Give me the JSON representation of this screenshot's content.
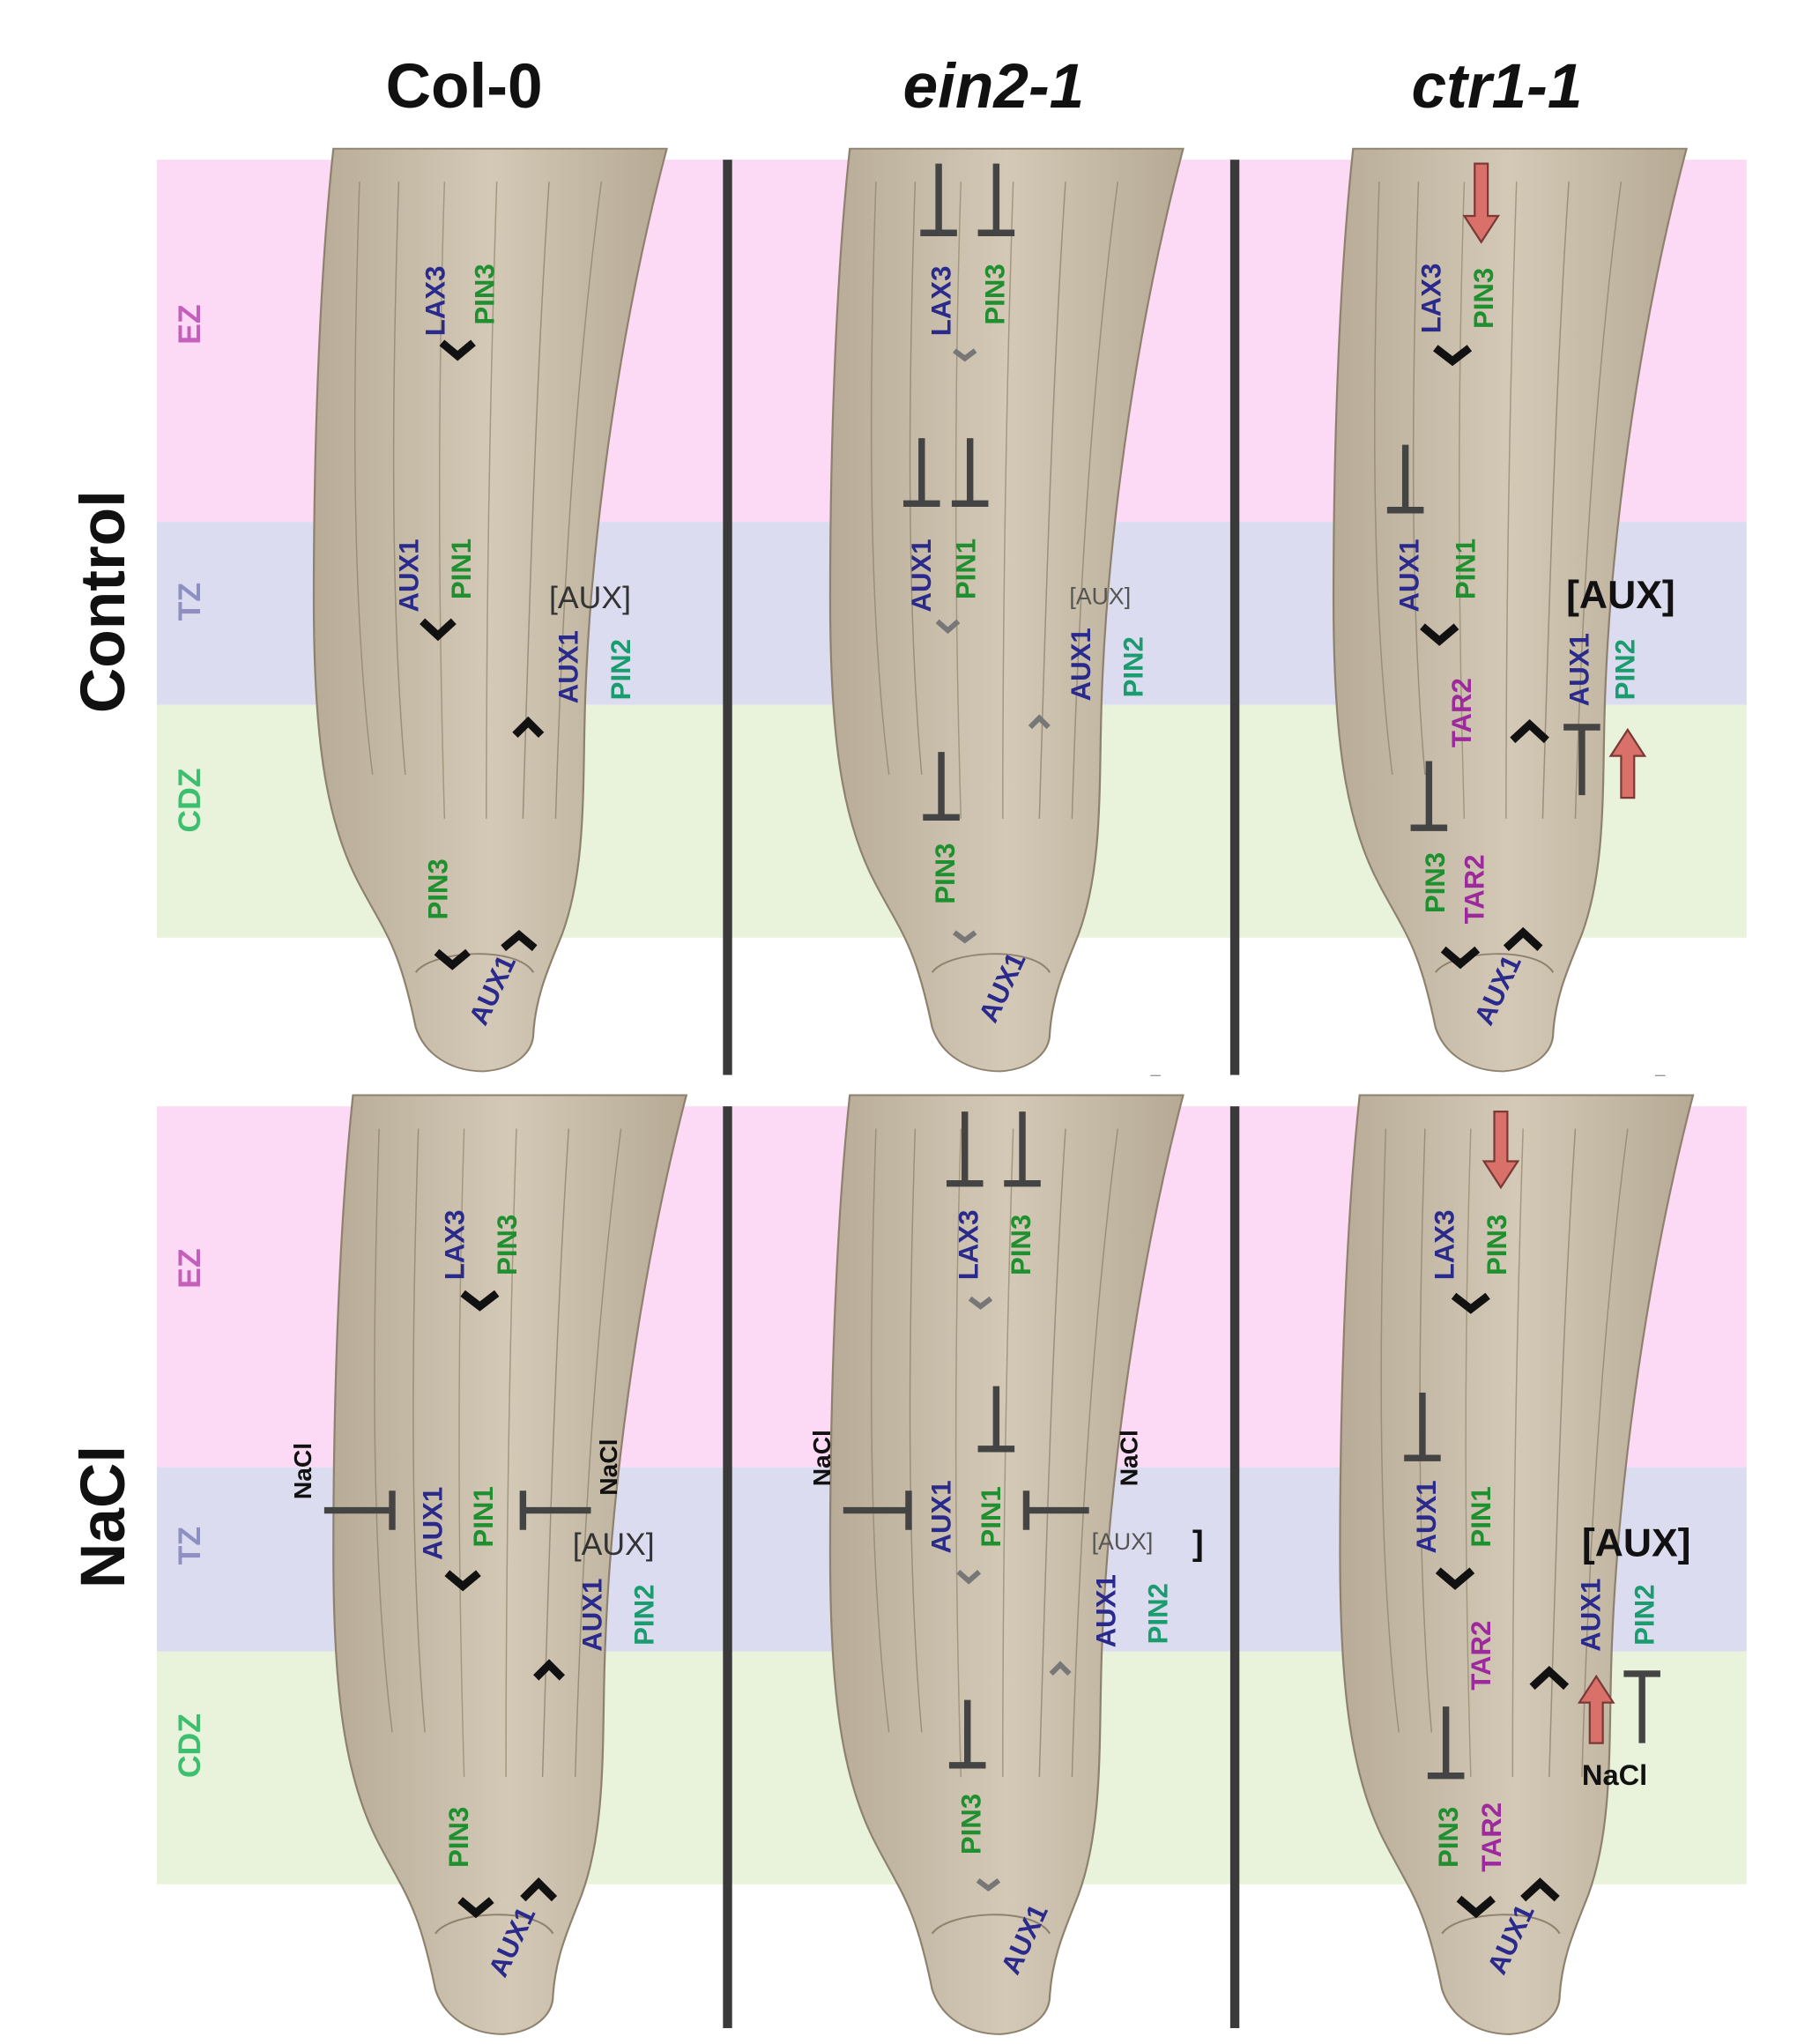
{
  "columns": {
    "col0": "Col-0",
    "ein2": "ein2-1",
    "ctr1": "ctr1-1"
  },
  "rows": {
    "control": "Control",
    "nacl": "NaCl"
  },
  "zones": {
    "ez": "EZ",
    "tz": "TZ",
    "cdz": "CDZ"
  },
  "genes": {
    "lax3": "LAX3",
    "pin3": "PIN3",
    "aux1": "AUX1",
    "pin1": "PIN1",
    "pin2": "PIN2",
    "tar2": "TAR2"
  },
  "labels": {
    "aux": "[AUX]",
    "nacl": "NaCl",
    "bracket": "]"
  },
  "colors": {
    "ez_bg": "#fcd9f4",
    "tz_bg": "#dcdcf0",
    "cdz_bg": "#e9f3dc",
    "ez_text": "#c45fbb",
    "tz_text": "#8f8fc2",
    "cdz_text": "#3cbf6e",
    "blue_gene": "#2a2a8c",
    "green_gene": "#1f8f2f",
    "teal_gene": "#1a9c6e",
    "magenta_gene": "#9c2a9c",
    "root": "#c8bca8",
    "divider": "#3a3a3a",
    "up_arrow": "#d9706a"
  }
}
